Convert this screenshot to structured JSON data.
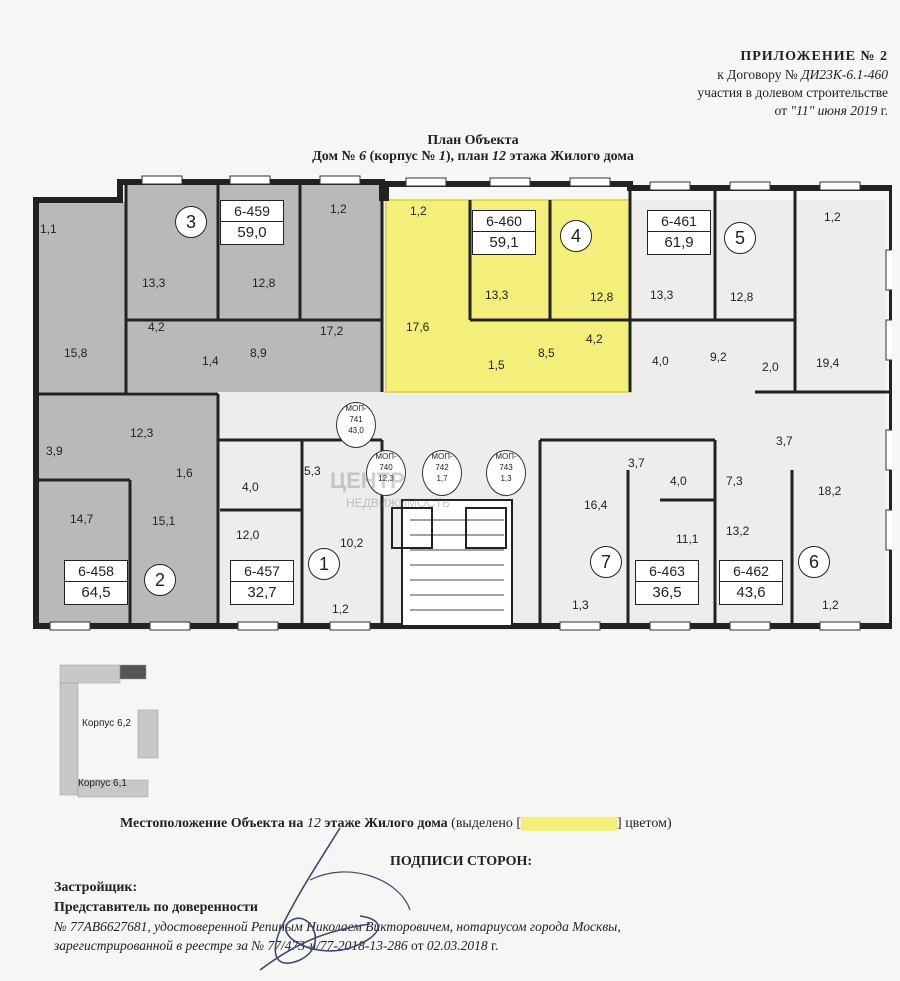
{
  "header": {
    "line1": "ПРИЛОЖЕНИЕ № 2",
    "line2_prefix": "к Договору № ",
    "line2_number": "ДИ23К-6.1-460",
    "line3": "участия в долевом строительстве",
    "line4_prefix": "от ",
    "line4_date": "\"11\" июня 2019",
    "line4_suffix": " г."
  },
  "plan_title": {
    "line1": "План Объекта",
    "line2_a": "Дом № ",
    "line2_b": "6",
    "line2_c": " (корпус № ",
    "line2_d": "1",
    "line2_e": "), план ",
    "line2_f": "12",
    "line2_g": " этажа Жилого дома"
  },
  "apartments": [
    {
      "number": "6-459",
      "area": "59,0",
      "section": "3"
    },
    {
      "number": "6-460",
      "area": "59,1",
      "section": "4"
    },
    {
      "number": "6-461",
      "area": "61,9",
      "section": "5"
    },
    {
      "number": "6-458",
      "area": "64,5",
      "section": "2"
    },
    {
      "number": "6-457",
      "area": "32,7",
      "section": "1"
    },
    {
      "number": "6-463",
      "area": "36,5",
      "section": "7"
    },
    {
      "number": "6-462",
      "area": "43,6",
      "section": "6"
    }
  ],
  "rooms": {
    "r1": "1,1",
    "r2": "13,3",
    "r3": "12,8",
    "r4": "1,2",
    "r5": "15,8",
    "r6": "4,2",
    "r7": "1,4",
    "r8": "8,9",
    "r9": "17,2",
    "r10": "1,2",
    "r11": "13,3",
    "r12": "12,8",
    "r13": "17,6",
    "r14": "1,5",
    "r15": "8,5",
    "r16": "4,2",
    "r17": "13,3",
    "r18": "12,8",
    "r19": "1,2",
    "r20": "4,0",
    "r21": "9,2",
    "r22": "2,0",
    "r23": "19,4",
    "r24": "12,3",
    "r25": "3,9",
    "r26": "1,6",
    "r27": "14,7",
    "r28": "15,1",
    "r29": "4,0",
    "r30": "5,3",
    "r31": "12,0",
    "r32": "10,2",
    "r33": "1,2",
    "r34": "16,4",
    "r35": "3,7",
    "r36": "4,0",
    "r37": "11,1",
    "r38": "1,3",
    "r39": "3,7",
    "r40": "7,3",
    "r41": "18,2",
    "r42": "13,2",
    "r43": "1,2"
  },
  "mop": [
    {
      "label": "МОП-",
      "num": "741",
      "area": "43,0"
    },
    {
      "label": "МОП-",
      "num": "740",
      "area": "12,3"
    },
    {
      "label": "МОП-",
      "num": "742",
      "area": "1,7"
    },
    {
      "label": "МОП-",
      "num": "743",
      "area": "1,3"
    }
  ],
  "watermark": {
    "line1": "ЦЕНТР",
    "line2": "НЕДВИЖИМОСТЬ"
  },
  "keyplan": {
    "label_a": "Корпус 6,2",
    "label_b": "Корпус 6,1"
  },
  "location": {
    "prefix": "Местоположение Объекта на ",
    "floor": "12",
    "middle": " этаже Жилого дома",
    "paren_a": " (выделено [",
    "paren_b": "] цветом)"
  },
  "signatures": {
    "title": "ПОДПИСИ СТОРОН:",
    "developer": "Застройщик:",
    "rep": "Представитель по доверенности",
    "line1": "№ 77АВ6627681, удостоверенной Репиным Николаем Викторовичем, нотариусом города Москвы,",
    "line2_a": "зарегистрированной в реестре за № 77/473-н/77-2018-13-286",
    "line2_b": " от ",
    "line2_c": "02.03.2018",
    "line2_d": " г."
  },
  "colors": {
    "highlight": "#f4ee7a",
    "plan_fill": "#b9b9b9",
    "wall": "#222222"
  }
}
